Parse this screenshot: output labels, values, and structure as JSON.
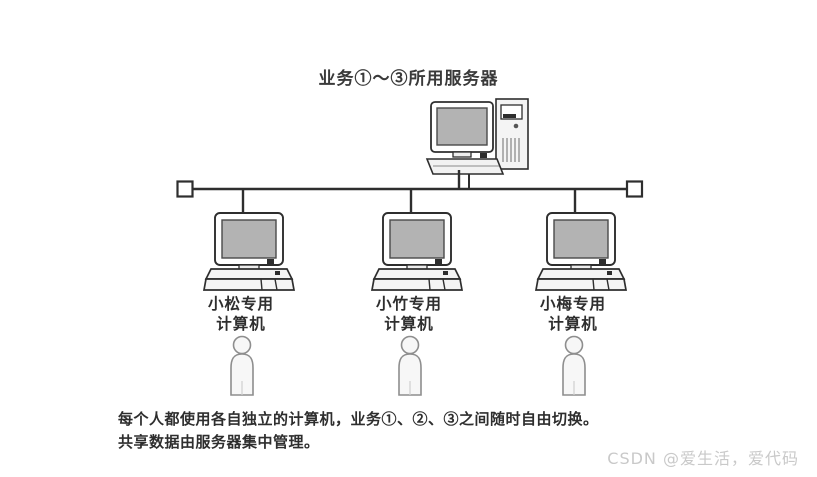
{
  "diagram": {
    "server": {
      "title": "业务①～③所用服务器",
      "icon": "server-computer-icon"
    },
    "bus": {
      "icon": "network-bus-line",
      "terminator_left": "bus-terminator-square",
      "terminator_right": "bus-terminator-square"
    },
    "clients": [
      {
        "label_line1": "小松专用",
        "label_line2": "计算机",
        "icon": "desktop-computer-icon",
        "person": "person-figure-icon"
      },
      {
        "label_line1": "小竹专用",
        "label_line2": "计算机",
        "icon": "desktop-computer-icon",
        "person": "person-figure-icon"
      },
      {
        "label_line1": "小梅专用",
        "label_line2": "计算机",
        "icon": "desktop-computer-icon",
        "person": "person-figure-icon"
      }
    ],
    "caption": {
      "line1": "每个人都使用各自独立的计算机，业务①、②、③之间随时自由切换。",
      "line2": "共享数据由服务器集中管理。"
    },
    "watermark": "CSDN @爱生活，爱代码",
    "colors": {
      "background": "#ffffff",
      "ink": "#2e2e2e",
      "screen_fill": "#b3b3b3",
      "case_fill": "#f2f2f2",
      "figure_fill": "#f5f5f5",
      "watermark": "#c9c9c9"
    }
  }
}
